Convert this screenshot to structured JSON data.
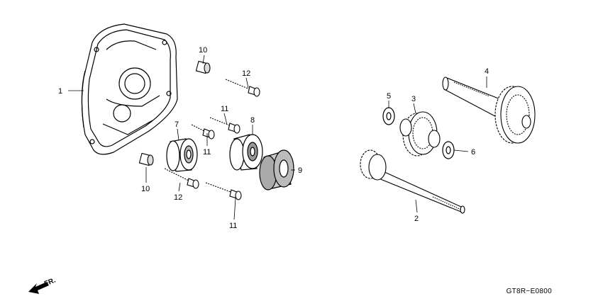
{
  "diagram": {
    "front_arrow_label": "FR.",
    "reference_code": "GT8R−E0800",
    "callouts": {
      "c1": "1",
      "c2": "2",
      "c3": "3",
      "c4": "4",
      "c5": "5",
      "c6": "6",
      "c7": "7",
      "c8": "8",
      "c9": "9",
      "c10a": "10",
      "c10b": "10",
      "c11a": "11",
      "c11b": "11",
      "c11c": "11",
      "c12a": "12",
      "c12b": "12"
    }
  }
}
